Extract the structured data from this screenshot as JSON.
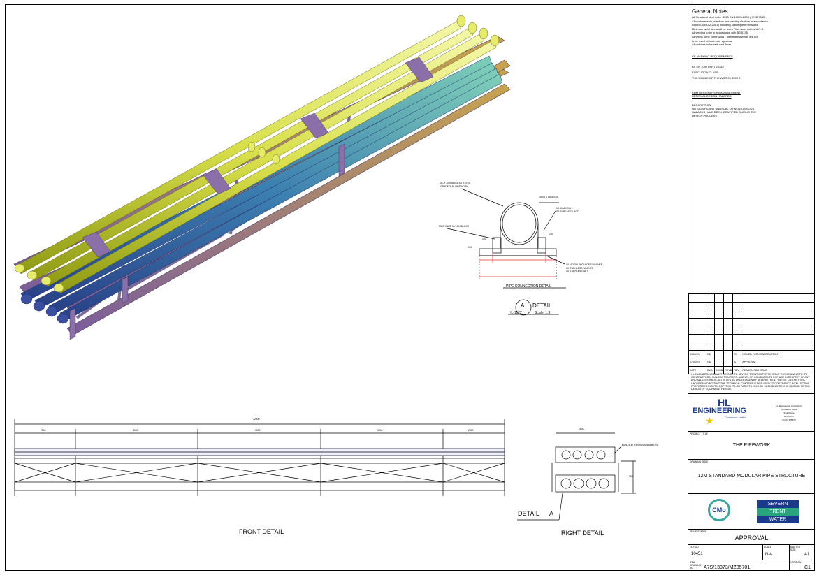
{
  "general_notes": {
    "title": "General Notes",
    "lines": [
      "All Structural steel to be S355 EN 10025-2003 (HE 3275 25",
      "All workmanship, erection and welding shall be in accordance",
      "with BS 5950-2(2001) including subsequent revisions",
      "Minimum weld size shall be 6mm Fillet weld unless U.N.O",
      "All welding to be in accordance with BS 5135",
      "All welds to be continuous - Intermittent welds are not",
      "to be used without prior approval",
      "All notches to be radiused 5mm"
    ],
    "ce_heading": "CE MARKING REQUIREMENTS",
    "ce_lines": [
      "BS EN 1090 PART 2 1 &2",
      "EXECUTION CLASS:",
      "THE WHOLE OF THE WORKS: EXC 2"
    ],
    "cdm_heading": "CDM DESIGNERS RISK ASSESMENT",
    "cdm_sub": "RESIDUAL DESIGN HAZARDS",
    "desc_label": "DESCRIPTION:",
    "desc_lines": [
      "NO SIGNIFICANT UNUSUAL OR NON-OBVIOUS",
      "HAZARDS HAVE BEEN IDENTIFIED DURING THE",
      "DESIGN PROCESS"
    ]
  },
  "revisions": [
    {
      "date": "09/01/21",
      "by": "GD",
      "chk": "/",
      "app": "/",
      "rev": "C1",
      "reason": "ISSUED FOR CONSTRUCTION"
    },
    {
      "date": "07/01/21",
      "by": "GD",
      "chk": "/",
      "app": "/",
      "rev": "A",
      "reason": "APPROVAL"
    }
  ],
  "rev_header": {
    "date": "DATE",
    "by": "DWN",
    "chk": "CHKD",
    "app": "RCVD",
    "rev": "REV",
    "reason": "REASON FOR ISSUE"
  },
  "disclaimer": "HL ENGINEERING GRANT LICENCE TO SEVERN TRENT WATER TO ISSUE THIS DRAWING TO ITS CONTRACTORS, SUB-CONTRACTORS, AGENTS OR CONSULTANTS FOR USE IN RESPECT OF ANY AND ALL LEGITIMATE ACTIVITIES AS UNDERTAKEN BY SEVERN TRENT WATER. ON THE STRICT UNDERSTANDING THAT THE TECHNICAL CONTENT IS NOT USED TO CONTRADICT INTELLECTUAL PROPERTIES RIGHTS, COPYRIGHTS OR PATENTS HELD BY HL ENGINEERING IN REGARD TO THE DESIGN OF EQUIPMENT HEREIN.",
  "company": {
    "logo_top": "HL",
    "logo_main": "ENGINEERING",
    "logo_sub": "Contractors Limited",
    "address": [
      "HL Engineering Contractors",
      "Normanby Road",
      "Scunthorpe",
      "DN15 8XJ",
      "01724 276578"
    ]
  },
  "project_title_label": "PROJECT TITLE",
  "project_title": "THP PIPEWORK",
  "drawing_title_label": "DRAWING TITLE",
  "drawing_title": "12M STANDARD MODULAR PIPE STRUCTURE",
  "client_logo_cmo": "CMo",
  "client_logo_stw": [
    "SEVERN",
    "TRENT",
    "WATER"
  ],
  "issue_status_label": "ISSUE STATUS",
  "issue_status": "APPROVAL",
  "job_no_label": "TOF/OD",
  "job_no": "10451",
  "scale_label": "SCALE",
  "scale": "N/A",
  "size_label": "MASTER SIZE",
  "size": "A1",
  "drawing_no_label": "STW DRAWING NO.",
  "drawing_no": "A7S/13373/MZ85701",
  "version_label": "VERSION",
  "version": "C1",
  "detail": {
    "pipe_label": [
      "SCH 10 STAINLESS STEEL",
      "GRADE 316L PIPEWORK"
    ],
    "band_label": "40X3 STAINLESS",
    "rod_label": [
      "1X 10MM DIA",
      "SS THREADED ROD"
    ],
    "block_label": "MACHINED NYLON BLOCK",
    "dim_100a": "100",
    "dim_100b": "100",
    "dim_119": "119",
    "washer_label": [
      "1X NYLON SHOULDER WASHER",
      "1X STAINLESS WASHER",
      "1X STAINLESS NUT"
    ],
    "caption": "PIPE CONNECTION DETAIL",
    "marker": "A",
    "marker_text": "DETAIL",
    "ref": "HL-1122",
    "scale": "Scale: 1:3"
  },
  "front": {
    "overall": "12000",
    "segments": [
      "2500",
      "3000",
      "3000",
      "3000",
      "2500"
    ],
    "caption": "FRONT DETAIL"
  },
  "right": {
    "width": "1500",
    "height": "750",
    "label": "BOLTED CROSS MEMBERS",
    "detail_label": "DETAIL",
    "detail_marker": "A",
    "caption": "RIGHT DETAIL"
  }
}
